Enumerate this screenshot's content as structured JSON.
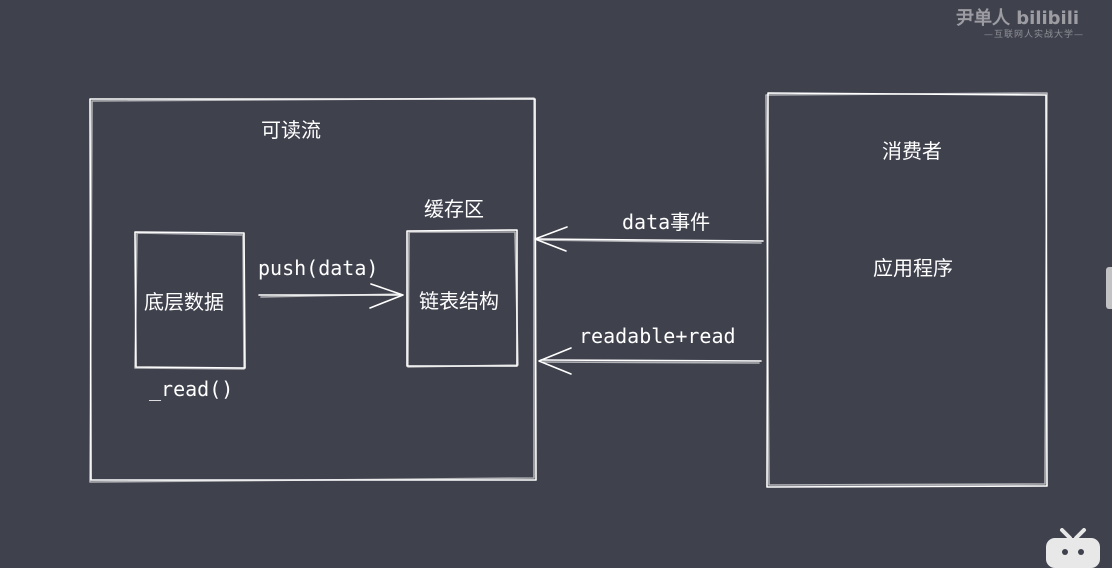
{
  "watermark": {
    "main": "尹单人 bilibili",
    "sub": "—互联网人实战大学—"
  },
  "readable_stream": {
    "title": "可读流",
    "source_box": {
      "label": "底层数据",
      "method": "_read()"
    },
    "buffer": {
      "title": "缓存区",
      "label": "链表结构"
    },
    "push_arrow": "push(data)"
  },
  "consumer": {
    "title": "消费者",
    "label": "应用程序"
  },
  "arrows": {
    "data_event": "data事件",
    "readable_read": "readable+read"
  },
  "colors": {
    "background": "#3f414d",
    "stroke": "#ffffff"
  },
  "icons": {
    "bottom_right": "tv-logo-icon"
  }
}
